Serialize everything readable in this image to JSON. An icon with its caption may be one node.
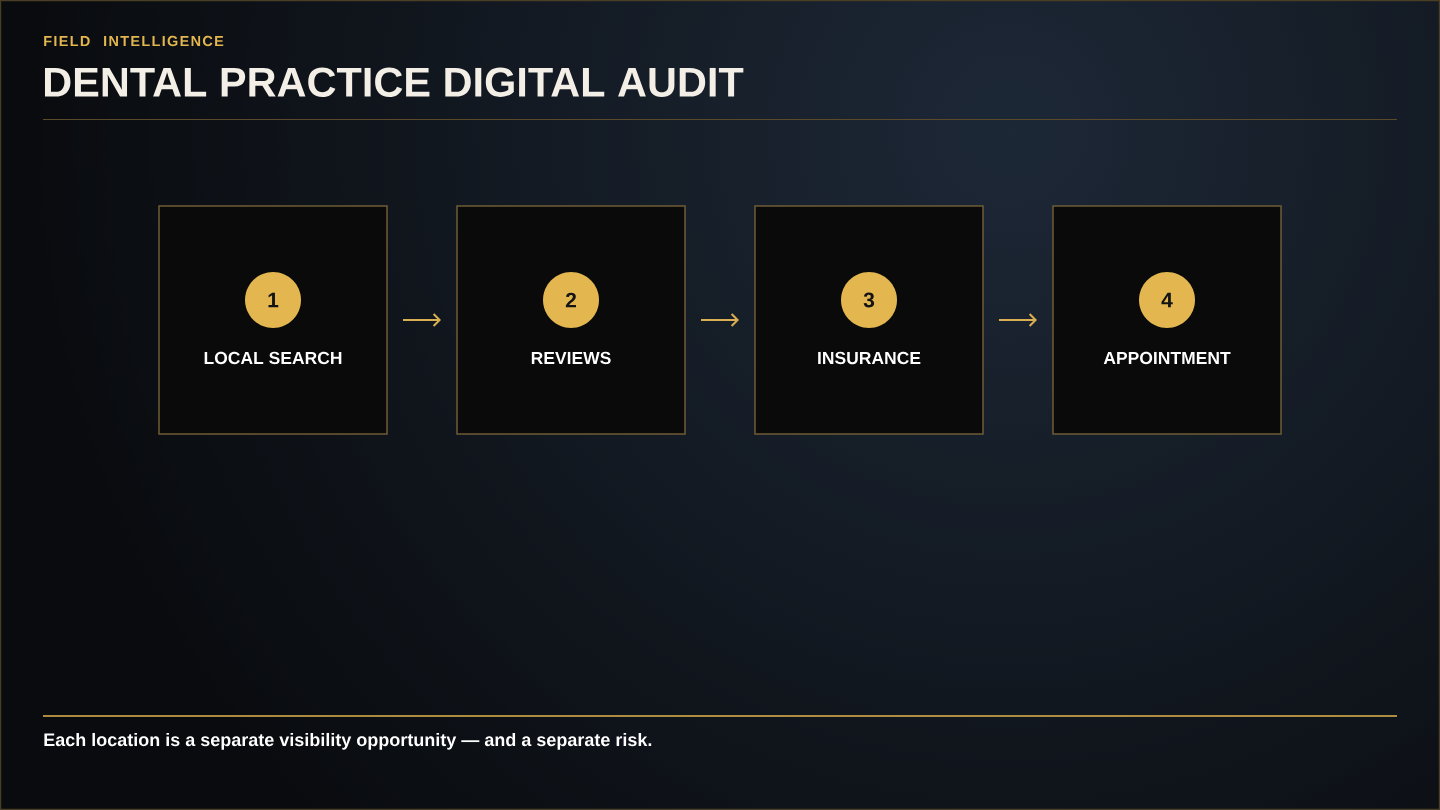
{
  "diagram": {
    "title": "DENTAL PRACTICE DIGITAL AUDIT",
    "caption": "Each location is a separate visibility opportunity — and a separate risk.",
    "nodes": [
      {
        "text": [
          "LOCAL SEARCH"
        ]
      },
      {
        "text": [
          "1"
        ],
        "in": 0
      },
      {
        "text": [
          "REVIEWS"
        ]
      },
      {
        "text": [
          "2"
        ],
        "in": 2
      },
      {
        "text": [
          "INSURANCE"
        ]
      },
      {
        "text": [
          "3"
        ],
        "in": 4
      },
      {
        "text": [
          "APPOINTMENT"
        ]
      },
      {
        "text": [
          "4"
        ],
        "in": 6
      }
    ],
    "edges": [
      {
        "from": 0,
        "to": 2,
        "arrow": "to"
      },
      {
        "from": 2,
        "to": 4,
        "arrow": "to"
      },
      {
        "from": 4,
        "to": 6,
        "arrow": "to"
      }
    ],
    "labels": [
      "FIELD INTELLIGENCE"
    ]
  }
}
